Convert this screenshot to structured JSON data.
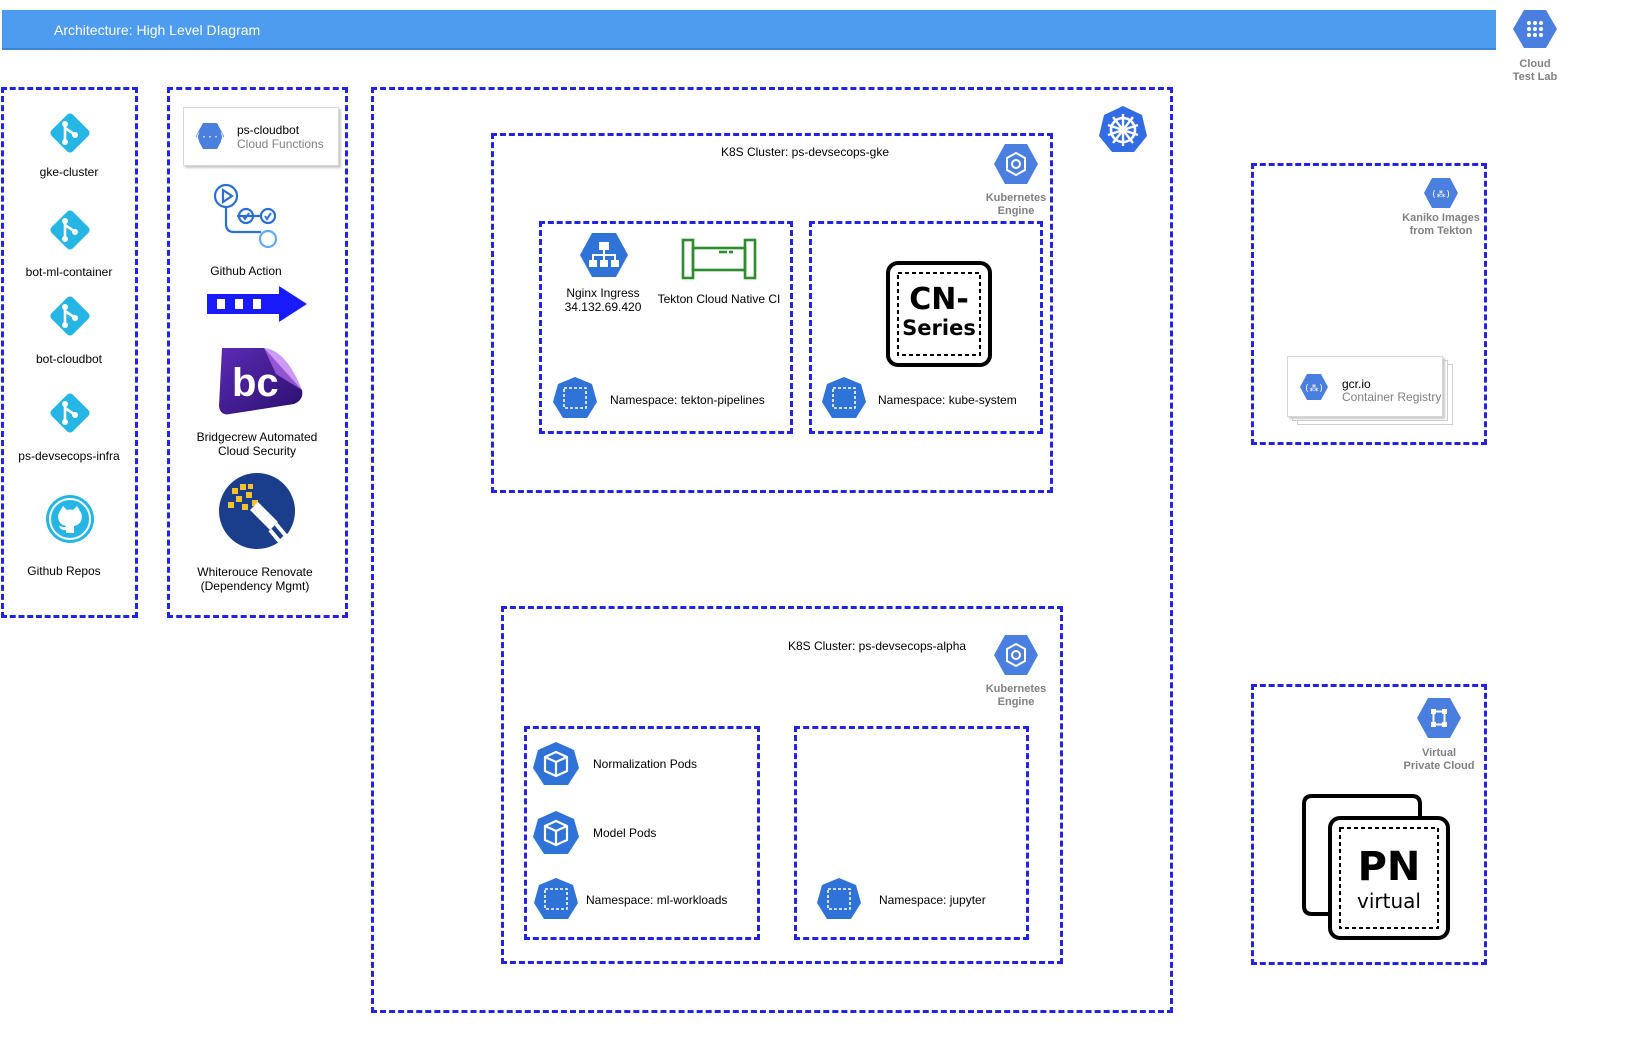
{
  "header": {
    "title": "Architecture: High Level DIagram"
  },
  "cloud_test_lab": {
    "label_line1": "Cloud",
    "label_line2": "Test Lab"
  },
  "repos": [
    {
      "label": "gke-cluster"
    },
    {
      "label": "bot-ml-container"
    },
    {
      "label": "bot-cloudbot"
    },
    {
      "label": "ps-devsecops-infra"
    }
  ],
  "github_repos": {
    "label": "Github Repos"
  },
  "pipeline": {
    "cloud_function": {
      "name": "ps-cloudbot",
      "type": "Cloud Functions"
    },
    "github_action": {
      "label": "Github Action"
    },
    "bridgecrew": {
      "line1": "Bridgecrew Automated",
      "line2": "Cloud Security"
    },
    "renovate": {
      "line1": "Whiterouce Renovate",
      "line2": "(Dependency Mgmt)"
    }
  },
  "cluster_gke": {
    "title": "K8S Cluster: ps-devsecops-gke",
    "engine_line1": "Kubernetes",
    "engine_line2": "Engine",
    "nginx": {
      "line1": "Nginx Ingress",
      "line2": "34.132.69.420"
    },
    "tekton": {
      "label": "Tekton Cloud Native CI"
    },
    "ns_tekton": "Namespace: tekton-pipelines",
    "ns_kube": "Namespace: kube-system",
    "cn_series": {
      "line1": "CN-",
      "line2": "Series"
    }
  },
  "cluster_alpha": {
    "title": "K8S Cluster: ps-devsecops-alpha",
    "engine_line1": "Kubernetes",
    "engine_line2": "Engine",
    "normalization": "Normalization Pods",
    "model": "Model Pods",
    "ns_ml": "Namespace: ml-workloads",
    "ns_jupyter": "Namespace: jupyter"
  },
  "kaniko": {
    "line1": "Kaniko Images",
    "line2": "from Tekton",
    "registry_name": "gcr.io",
    "registry_type": "Container Registry"
  },
  "vpc": {
    "line1": "Virtual",
    "line2": "Private Cloud",
    "pn_line1": "PN",
    "pn_line2": "virtual"
  },
  "colors": {
    "dash_border": "#2323e8",
    "gcp_blue": "#4a7fe0",
    "title_bar": "#4d9cf0",
    "git_cyan": "#25b6e6",
    "tekton_green": "#2e8b2e",
    "arrow_blue": "#1a1aff"
  }
}
